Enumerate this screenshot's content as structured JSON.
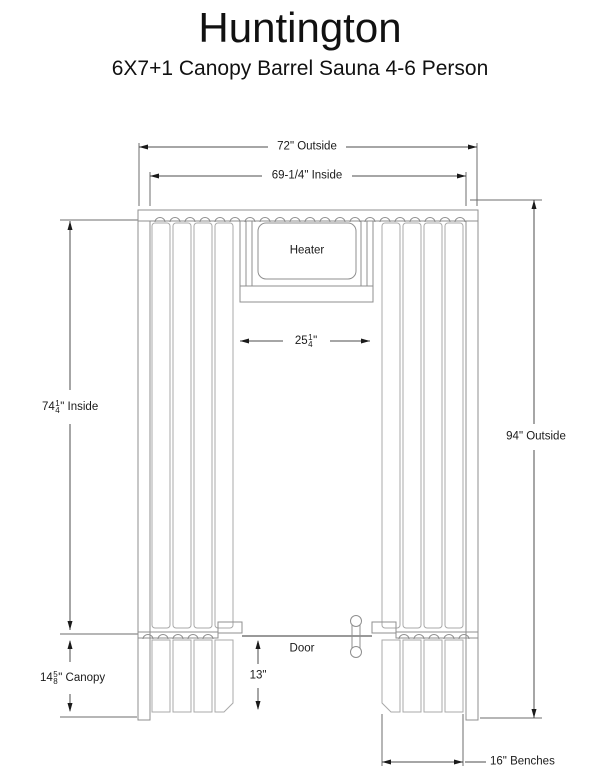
{
  "header": {
    "title": "Huntington",
    "subtitle": "6X7+1 Canopy Barrel Sauna 4-6 Person"
  },
  "labels": {
    "dim_72": "72\" Outside",
    "dim_69": "69-1/4\" Inside",
    "dim_94": "94\" Outside",
    "dim_74": {
      "whole": "74",
      "num": "1",
      "den": "4",
      "suffix": "\" Inside"
    },
    "dim_25": {
      "whole": "25",
      "num": "1",
      "den": "4",
      "suffix": "\""
    },
    "dim_canopy": {
      "whole": "14",
      "num": "5",
      "den": "8",
      "suffix": "\" Canopy"
    },
    "dim_13": "13\"",
    "dim_16": "16\" Benches",
    "heater": "Heater",
    "door": "Door"
  },
  "colors": {
    "line_gray": "#8f8f8f",
    "dim_gray": "#4d4d4d",
    "text_black": "#111111",
    "background": "#ffffff"
  }
}
